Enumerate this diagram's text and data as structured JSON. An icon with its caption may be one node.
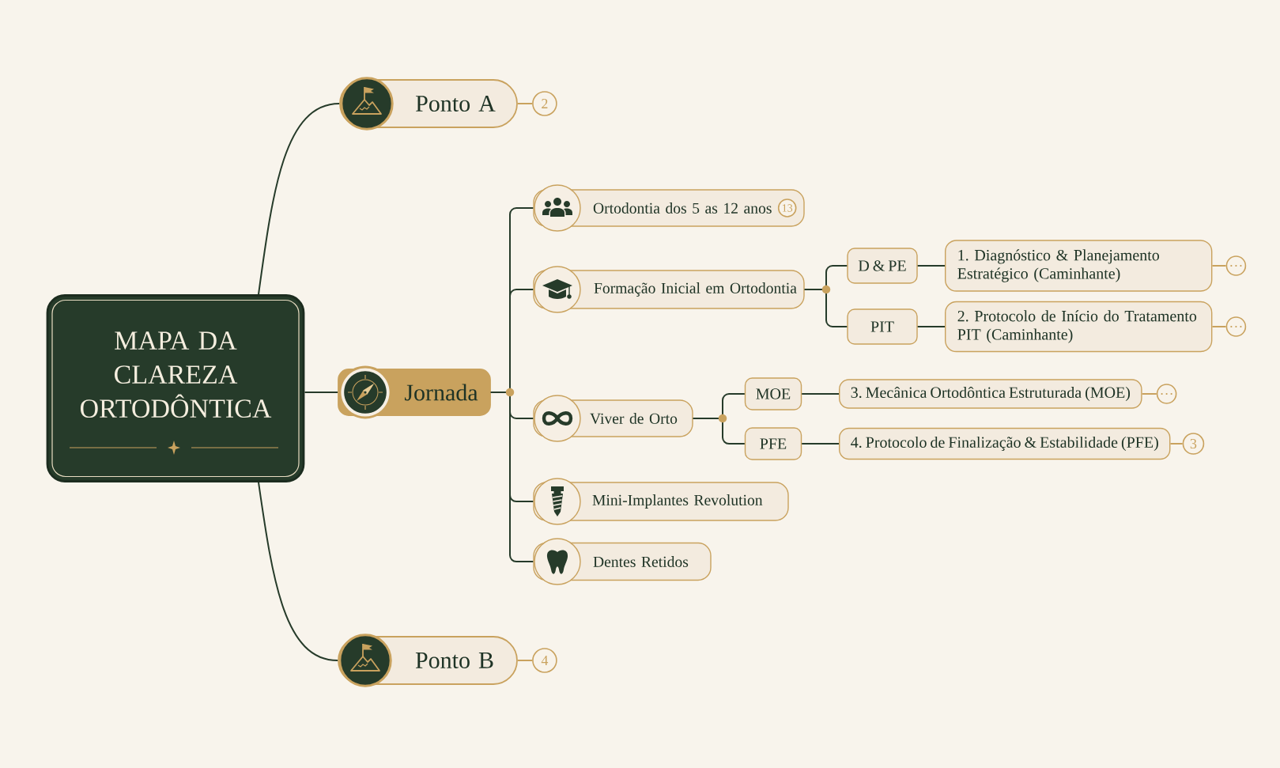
{
  "diagram": {
    "nodes": [
      {
        "text": [
          "MAPA DA CLAREZA ORTODÔNTICA"
        ]
      },
      {
        "text": [
          "Ponto A"
        ]
      },
      {
        "text": [
          "2"
        ]
      },
      {
        "text": [
          "Jornada"
        ]
      },
      {
        "text": [
          "Ortodontia dos 5 as 12 anos"
        ]
      },
      {
        "text": [
          "13"
        ],
        "in": 4
      },
      {
        "text": [
          "Formação Inicial em Ortodontia"
        ]
      },
      {
        "text": [
          "D & PE"
        ]
      },
      {
        "text": [
          "1. Diagnóstico & Planejamento Estratégico (Caminhante)"
        ]
      },
      {
        "text": [
          "…"
        ]
      },
      {
        "text": [
          "PIT"
        ]
      },
      {
        "text": [
          "2. Protocolo de Início do Tratamento PIT (Caminhante)"
        ]
      },
      {
        "text": [
          "…"
        ]
      },
      {
        "text": [
          "Viver de Orto"
        ]
      },
      {
        "text": [
          "MOE"
        ]
      },
      {
        "text": [
          "3. Mecânica Ortodôntica Estruturada (MOE)"
        ]
      },
      {
        "text": [
          "…"
        ]
      },
      {
        "text": [
          "PFE"
        ]
      },
      {
        "text": [
          "4. Protocolo de Finalização & Estabilidade (PFE)"
        ]
      },
      {
        "text": [
          "3"
        ]
      },
      {
        "text": [
          "Mini-Implantes Revolution"
        ]
      },
      {
        "text": [
          "Dentes Retidos"
        ]
      },
      {
        "text": [
          "Ponto B"
        ]
      },
      {
        "text": [
          "4"
        ]
      }
    ],
    "edges": [
      {
        "from": 0,
        "to": 1,
        "arrow": "none"
      },
      {
        "from": 1,
        "to": 2,
        "arrow": "none",
        "color": "#c9a25e"
      },
      {
        "from": 0,
        "to": 3,
        "arrow": "none"
      },
      {
        "from": 3,
        "to": 4,
        "arrow": "none"
      },
      {
        "from": 3,
        "to": 6,
        "arrow": "none"
      },
      {
        "from": 6,
        "to": 7,
        "arrow": "none"
      },
      {
        "from": 7,
        "to": 8,
        "arrow": "none"
      },
      {
        "from": 8,
        "to": 9,
        "arrow": "none",
        "color": "#c9a25e"
      },
      {
        "from": 6,
        "to": 10,
        "arrow": "none"
      },
      {
        "from": 10,
        "to": 11,
        "arrow": "none"
      },
      {
        "from": 11,
        "to": 12,
        "arrow": "none",
        "color": "#c9a25e"
      },
      {
        "from": 3,
        "to": 13,
        "arrow": "none"
      },
      {
        "from": 13,
        "to": 14,
        "arrow": "none"
      },
      {
        "from": 14,
        "to": 15,
        "arrow": "none"
      },
      {
        "from": 15,
        "to": 16,
        "arrow": "none",
        "color": "#c9a25e"
      },
      {
        "from": 13,
        "to": 17,
        "arrow": "none"
      },
      {
        "from": 17,
        "to": 18,
        "arrow": "none"
      },
      {
        "from": 18,
        "to": 19,
        "arrow": "none",
        "color": "#c9a25e"
      },
      {
        "from": 3,
        "to": 20,
        "arrow": "none"
      },
      {
        "from": 3,
        "to": 21,
        "arrow": "none"
      },
      {
        "from": 0,
        "to": 22,
        "arrow": "none"
      },
      {
        "from": 22,
        "to": 23,
        "arrow": "none",
        "color": "#c9a25e"
      }
    ]
  }
}
